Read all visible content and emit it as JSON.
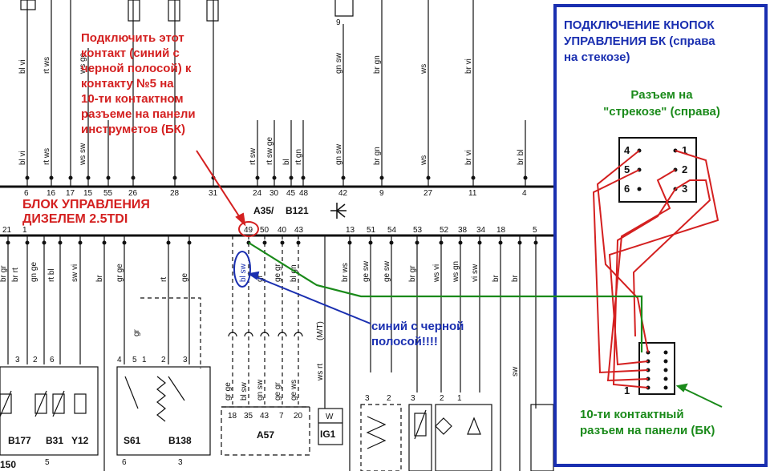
{
  "annotations": {
    "red_note": [
      "Подключить этот",
      "контакт (синий с",
      "черной полосой) к",
      "контакту №5 на",
      "10-ти контактном",
      "разъеме на панели",
      "инструметов (БК)"
    ],
    "ecu_label": [
      "БЛОК УПРАВЛЕНИЯ",
      "ДИЗЕЛЕМ 2.5TDI"
    ],
    "blue_note": [
      "синий с черной",
      "полосой!!!!"
    ],
    "panel_title": [
      "ПОДКЛЮЧЕНИЕ КНОПОК",
      "УПРАВЛЕНИЯ БК (справа",
      "на стекозе)"
    ],
    "connector_title": [
      "Разъем на",
      "\"стрекозе\" (справа)"
    ],
    "green_note": [
      "10-ти контактный",
      "разъем на панели (БК)"
    ]
  },
  "ecu": {
    "a35": "A35/",
    "b121": "B121"
  },
  "top_pins": [
    "6",
    "16",
    "17",
    "15",
    "55",
    "26",
    "28",
    "31",
    "24",
    "30",
    "45",
    "48",
    "42",
    "9",
    "27",
    "11",
    "4"
  ],
  "bottom_pins": [
    "21",
    "1",
    "49",
    "50",
    "40",
    "43",
    "13",
    "51",
    "54",
    "53",
    "52",
    "38",
    "34",
    "18",
    "5"
  ],
  "top_wires_upper": [
    "bl vi",
    "rt ws",
    "ws ge",
    "gn sw",
    "br gn",
    "ws",
    "br vi"
  ],
  "top_wires_lower": [
    "bl vi",
    "rt ws",
    "ws sw",
    "rt sw",
    "rt sw ge",
    "bl",
    "rt gn",
    "gn sw",
    "br gn",
    "ws",
    "br vi",
    "br bl"
  ],
  "bottom_wires": [
    "br gr",
    "br rt",
    "gn ge",
    "rt bl",
    "sw vi",
    "br",
    "gr ge",
    "rt",
    "ge",
    "bl sw",
    "gr",
    "ge gr",
    "bl gn",
    "br ws",
    "ge sw",
    "ge sw",
    "br gr",
    "ws vi",
    "ws gn",
    "vi sw",
    "br",
    "br"
  ],
  "a57": {
    "label": "A57",
    "pins": [
      "18",
      "35",
      "43",
      "7",
      "20"
    ],
    "wires": [
      "gr ge",
      "bl sw",
      "gn sw",
      "ge gr",
      "ge ws"
    ]
  },
  "ig1": {
    "label": "IG1",
    "top": "W",
    "wire": "ws rt",
    "mt": "(M/T)"
  },
  "components": [
    "B177",
    "B31",
    "Y12",
    "S61",
    "B138",
    "150"
  ],
  "component_pins": [
    "3",
    "2",
    "6",
    "4",
    "5",
    "1",
    "2",
    "3",
    "5",
    "6",
    "3",
    "3",
    "2",
    "3",
    "2",
    "1"
  ],
  "misc": [
    "gr",
    "sw",
    "9",
    "1",
    "5",
    "6",
    "3",
    "2",
    "1"
  ],
  "connector6": {
    "left": [
      "4",
      "5",
      "6"
    ],
    "right": [
      "1",
      "2",
      "3"
    ]
  },
  "connector10_pin": "1"
}
